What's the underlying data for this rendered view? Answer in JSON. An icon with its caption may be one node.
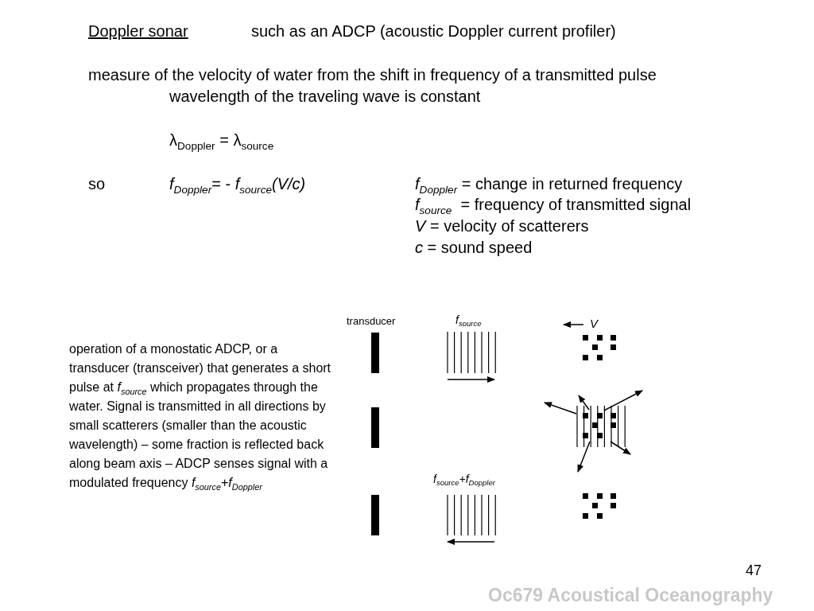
{
  "diagram": {
    "title": "Doppler sonar",
    "labels": [
      "such as an ADCP (acoustic Doppler current profiler)",
      "measure of the velocity of water from the shift in frequency of a transmitted pulse",
      "wavelength of the traveling wave is constant",
      "λ$_{Doppler}$ = λ$_{source}$",
      "so",
      "*f*$_{Doppler}$= - *f*$_{source}$*(V/c)*",
      "*f*$_{Doppler}$ = change in returned frequency",
      "*f*$_{source}$  = frequency of transmitted signal",
      "*V* = velocity of scatterers",
      "*c* = sound speed",
      "transducer",
      "f$_{source}$",
      "V",
      "operation of a monostatic ADCP, or a transducer (transceiver) that generates a short pulse at *f*$_{source}$ which propagates through the water. Signal is transmitted in all directions by small scatterers (smaller than the acoustic wavelength) – some fraction is reflected back along beam axis – ADCP senses signal with a modulated frequency *f*$_{source}$+*f*$_{Doppler}$",
      "f$_{source}$+f$_{Doppler}$",
      "47",
      "Oc679 Acoustical Oceanography"
    ]
  }
}
